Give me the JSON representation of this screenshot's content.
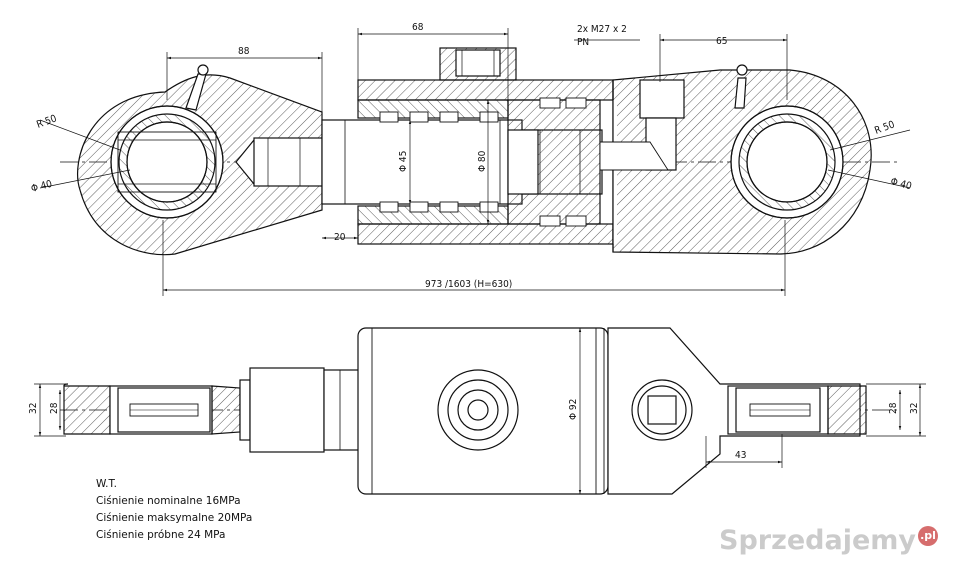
{
  "colors": {
    "line": "#111111",
    "hatch": "#333333",
    "watermark": "#a0a0a0",
    "watermark_dot": "#c83c3c"
  },
  "dimensions": {
    "top_left_offset": "88",
    "top_center_width": "68",
    "port_thread": "2x M27 x 2",
    "port_code": "PN",
    "top_right_offset": "65",
    "left_radius": "R 50",
    "left_pin_dia": "Φ 40",
    "right_radius": "R 50",
    "right_pin_dia": "Φ 40",
    "rod_dia": "Φ 45",
    "bore_dia": "Φ 80",
    "stroke_clearance": "20",
    "overall_length": "973 /1603   (H=630)",
    "bottom_left_outer": "32",
    "bottom_left_inner": "28",
    "tube_dia": "Φ 92",
    "bottom_right_inner": "28",
    "bottom_right_outer": "32",
    "bottom_right_offset": "43"
  },
  "notes": {
    "header": "W.T.",
    "nominal_pressure": "Ciśnienie nominalne 16MPa",
    "max_pressure": "Ciśnienie maksymalne 20MPa",
    "test_pressure": "Ciśnienie próbne 24 MPa"
  },
  "watermark": {
    "text": "Sprzedajemy",
    "badge": ".pl"
  }
}
